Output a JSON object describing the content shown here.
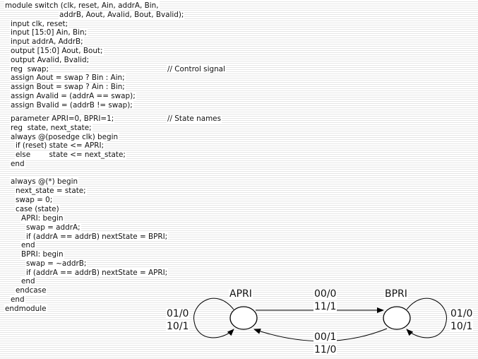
{
  "code": {
    "lines": [
      "module switch (clk, reset, Ain, addrA, Bin,",
      "addrB, Aout, Avalid, Bout, Bvalid);",
      "input clk, reset;",
      "input [15:0] Ain, Bin;",
      "input addrA, AddrB;",
      "output [15:0] Aout, Bout;",
      "output Avalid, Bvalid;",
      "reg  swap;",
      "assign Aout = swap ? Bin : Ain;",
      "assign Bout = swap ? Ain : Bin;",
      "assign Avalid = (addrA == swap);",
      "assign Bvalid = (addrB != swap);",
      "parameter APRI=0, BPRI=1;",
      "reg  state, next_state;",
      "always @(posedge clk) begin",
      "if (reset) state <= APRI;",
      "else        state <= next_state;",
      "end",
      "always @(*) begin",
      "next_state = state;",
      "swap = 0;",
      "case (state)",
      "APRI: begin",
      "swap = addrA;",
      "if (addrA == addrB) nextState = BPRI;",
      "end",
      "BPRI: begin",
      "swap = ~addrB;",
      "if (addrA == addrB) nextState = APRI;",
      "end",
      "endcase",
      "end",
      "endmodule"
    ],
    "comments": [
      "// Control signal",
      "// State names"
    ]
  },
  "diagram": {
    "states": [
      "APRI",
      "BPRI"
    ],
    "a_to_b": [
      "00/0",
      "11/1"
    ],
    "b_to_a": [
      "00/1",
      "11/0"
    ],
    "a_self": [
      "01/0",
      "10/1"
    ],
    "b_self": [
      "01/0",
      "10/1"
    ]
  }
}
